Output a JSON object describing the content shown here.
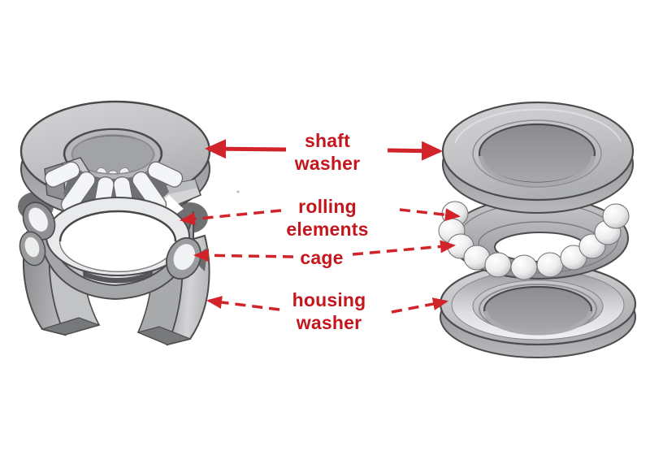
{
  "diagram": {
    "background_color": "#ffffff",
    "label_color": "#c4171d",
    "arrow_color": "#d2232a",
    "left_view": "cutaway roller thrust bearing",
    "right_view": "exploded ball thrust bearing",
    "labels": {
      "shaft_washer": "shaft\nwasher",
      "rolling_elements": "rolling\nelements",
      "cage": "cage",
      "housing_washer": "housing\nwasher"
    }
  }
}
